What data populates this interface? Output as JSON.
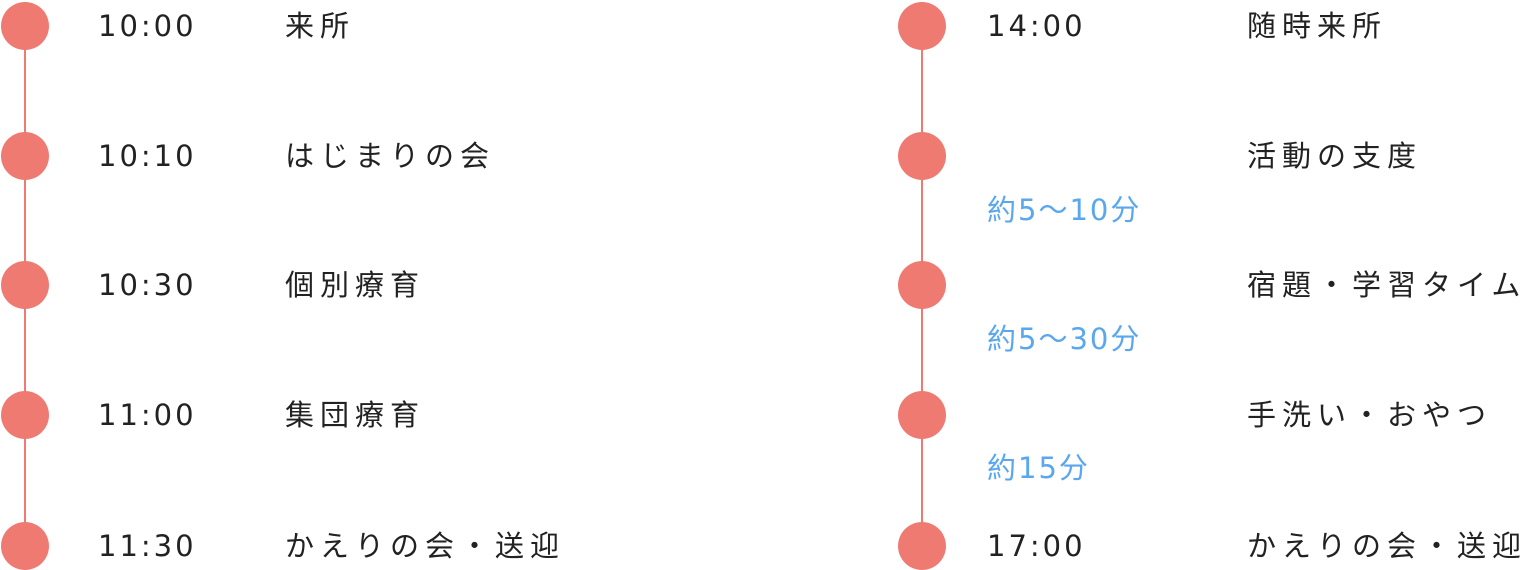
{
  "colors": {
    "accent": "#ef7a72",
    "duration": "#5aa7ee",
    "text": "#222222"
  },
  "left_schedule": [
    {
      "time": "10:00",
      "activity": "来所"
    },
    {
      "time": "10:10",
      "activity": "はじまりの会"
    },
    {
      "time": "10:30",
      "activity": "個別療育"
    },
    {
      "time": "11:00",
      "activity": "集団療育"
    },
    {
      "time": "11:30",
      "activity": "かえりの会・送迎"
    }
  ],
  "right_schedule": [
    {
      "time": "14:00",
      "activity": "随時来所"
    },
    {
      "time": "",
      "activity": "活動の支度"
    },
    {
      "time": "",
      "activity": "宿題・学習タイム"
    },
    {
      "time": "",
      "activity": "手洗い・おやつ"
    },
    {
      "time": "17:00",
      "activity": "かえりの会・送迎"
    }
  ],
  "right_durations": [
    "約5〜10分",
    "約5〜30分",
    "約15分"
  ]
}
